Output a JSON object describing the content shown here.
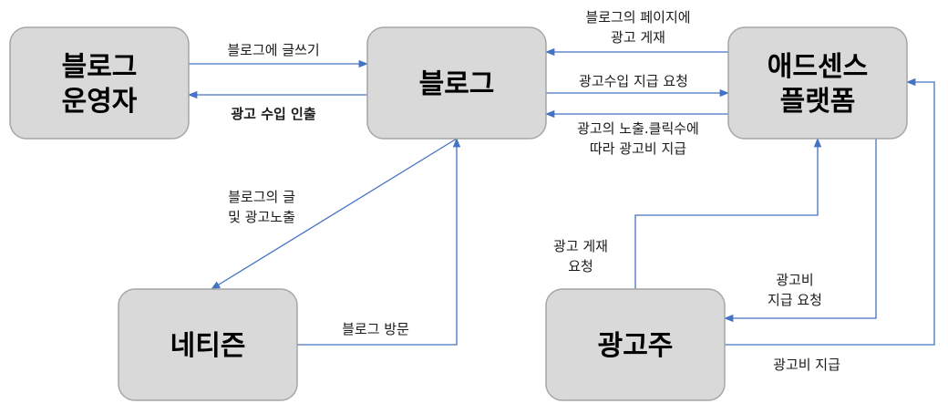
{
  "colors": {
    "arrow": "#4472c4",
    "node_fill": "#d9d9d9",
    "node_border": "#a6a6a6",
    "highlight_text": "#ff0000",
    "text": "#000000"
  },
  "nodes": {
    "blog_operator": {
      "lines": [
        "블로그",
        "운영자"
      ]
    },
    "blog": {
      "lines": [
        "블로그"
      ]
    },
    "adsense": {
      "lines": [
        "애드센스",
        "플랫폼"
      ]
    },
    "netizen": {
      "lines": [
        "네티즌"
      ]
    },
    "advertiser": {
      "lines": [
        "광고주"
      ]
    }
  },
  "edges": {
    "operator_to_blog": {
      "label": [
        "블로그에 글쓰기"
      ]
    },
    "blog_to_operator": {
      "label": [
        "광고 수입 인출"
      ],
      "highlight": true
    },
    "adsense_to_blog_post": {
      "label": [
        "블로그의 페이지에",
        "광고 게재"
      ]
    },
    "blog_to_adsense": {
      "label": [
        "광고수입 지급 요청"
      ]
    },
    "adsense_to_blog_pay": {
      "label": [
        "광고의 노출.클릭수에",
        "따라 광고비 지급"
      ]
    },
    "blog_to_netizen": {
      "label": [
        "블로그의 글",
        "및 광고노출"
      ]
    },
    "netizen_to_blog": {
      "label": [
        "블로그 방문"
      ]
    },
    "advertiser_to_adsense": {
      "label": [
        "광고 게재",
        "요청"
      ]
    },
    "adsense_to_advertiser": {
      "label": [
        "광고비",
        "지급 요청"
      ]
    },
    "advertiser_to_adsense_pay": {
      "label": [
        "광고비 지급"
      ]
    }
  }
}
